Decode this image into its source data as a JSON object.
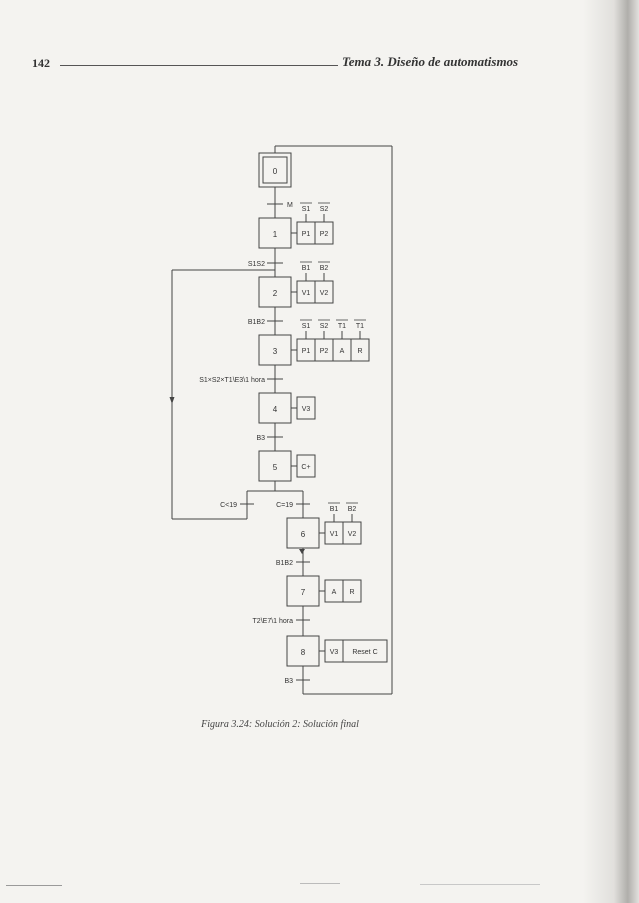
{
  "header": {
    "page_number": "142",
    "chapter_title": "Tema 3. Diseño de automatismos"
  },
  "figure": {
    "caption": "Figura 3.24: Solución 2: Solución final",
    "initial_step": "0",
    "steps": [
      {
        "id": "1",
        "actions": [
          "P1",
          "P2"
        ],
        "overbar_labels": [
          "S1",
          "S2"
        ]
      },
      {
        "id": "2",
        "actions": [
          "V1",
          "V2"
        ],
        "overbar_labels": [
          "B1",
          "B2"
        ]
      },
      {
        "id": "3",
        "actions": [
          "P1",
          "P2",
          "A",
          "R"
        ],
        "overbar_labels": [
          "S1",
          "S2",
          "T1",
          "T1"
        ]
      },
      {
        "id": "4",
        "actions": [
          "V3"
        ],
        "overbar_labels": []
      },
      {
        "id": "5",
        "actions": [
          "C+"
        ],
        "overbar_labels": []
      },
      {
        "id": "6",
        "actions": [
          "V1",
          "V2"
        ],
        "overbar_labels": [
          "B1",
          "B2"
        ]
      },
      {
        "id": "7",
        "actions": [
          "A",
          "R"
        ],
        "overbar_labels": []
      },
      {
        "id": "8",
        "actions": [
          "V3",
          "Reset C"
        ],
        "overbar_labels": []
      }
    ],
    "transitions": {
      "t0_1": "M",
      "t1_2": "S1S2",
      "t2_3": "B1B2",
      "t3_4": "S1×S2×T1\\E3\\1 hora",
      "t4_5": "B3",
      "t5_loop": "C<19",
      "t5_6": "C=19",
      "t6_7": "B1B2",
      "t7_8": "T2\\E7\\1 hora",
      "t8_0": "B3"
    }
  }
}
